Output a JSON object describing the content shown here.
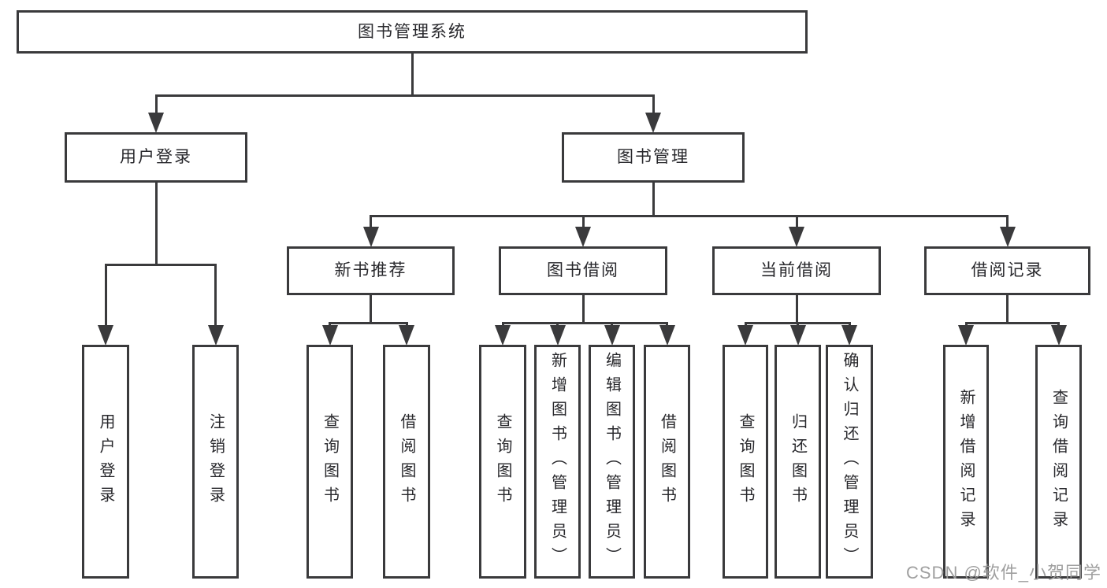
{
  "diagram": {
    "type": "function-structure-tree",
    "title": "图书管理系统",
    "colors": {
      "line": "#3a3a3c",
      "text": "#28282c",
      "box_fill": "#ffffff",
      "background": "#ffffff",
      "watermark": "#9a9a9a"
    },
    "nodes": [
      {
        "id": "root",
        "label": "图书管理系统",
        "parent": null
      },
      {
        "id": "user-login",
        "label": "用户登录",
        "parent": "root"
      },
      {
        "id": "book-mgmt",
        "label": "图书管理",
        "parent": "root"
      },
      {
        "id": "new-book",
        "label": "新书推荐",
        "parent": "book-mgmt"
      },
      {
        "id": "book-borrow",
        "label": "图书借阅",
        "parent": "book-mgmt"
      },
      {
        "id": "current-borrow",
        "label": "当前借阅",
        "parent": "book-mgmt"
      },
      {
        "id": "borrow-record",
        "label": "借阅记录",
        "parent": "book-mgmt"
      },
      {
        "id": "leaf-login",
        "label": "用户登录",
        "parent": "user-login"
      },
      {
        "id": "leaf-logout",
        "label": "注销登录",
        "parent": "user-login"
      },
      {
        "id": "leaf-query-1",
        "label": "查询图书",
        "parent": "new-book"
      },
      {
        "id": "leaf-borrow-1",
        "label": "借阅图书",
        "parent": "new-book"
      },
      {
        "id": "leaf-query-2",
        "label": "查询图书",
        "parent": "book-borrow"
      },
      {
        "id": "leaf-add-book",
        "label": "新增图书（管理员）",
        "parent": "book-borrow"
      },
      {
        "id": "leaf-edit-book",
        "label": "编辑图书（管理员）",
        "parent": "book-borrow"
      },
      {
        "id": "leaf-borrow-2",
        "label": "借阅图书",
        "parent": "book-borrow"
      },
      {
        "id": "leaf-query-3",
        "label": "查询图书",
        "parent": "current-borrow"
      },
      {
        "id": "leaf-return",
        "label": "归还图书",
        "parent": "current-borrow"
      },
      {
        "id": "leaf-confirm",
        "label": "确认归还（管理员）",
        "parent": "current-borrow"
      },
      {
        "id": "leaf-add-rec",
        "label": "新增借阅记录",
        "parent": "borrow-record"
      },
      {
        "id": "leaf-query-rec",
        "label": "查询借阅记录",
        "parent": "borrow-record"
      }
    ]
  },
  "watermark": {
    "text": "CSDN @软件_小贺同学"
  }
}
